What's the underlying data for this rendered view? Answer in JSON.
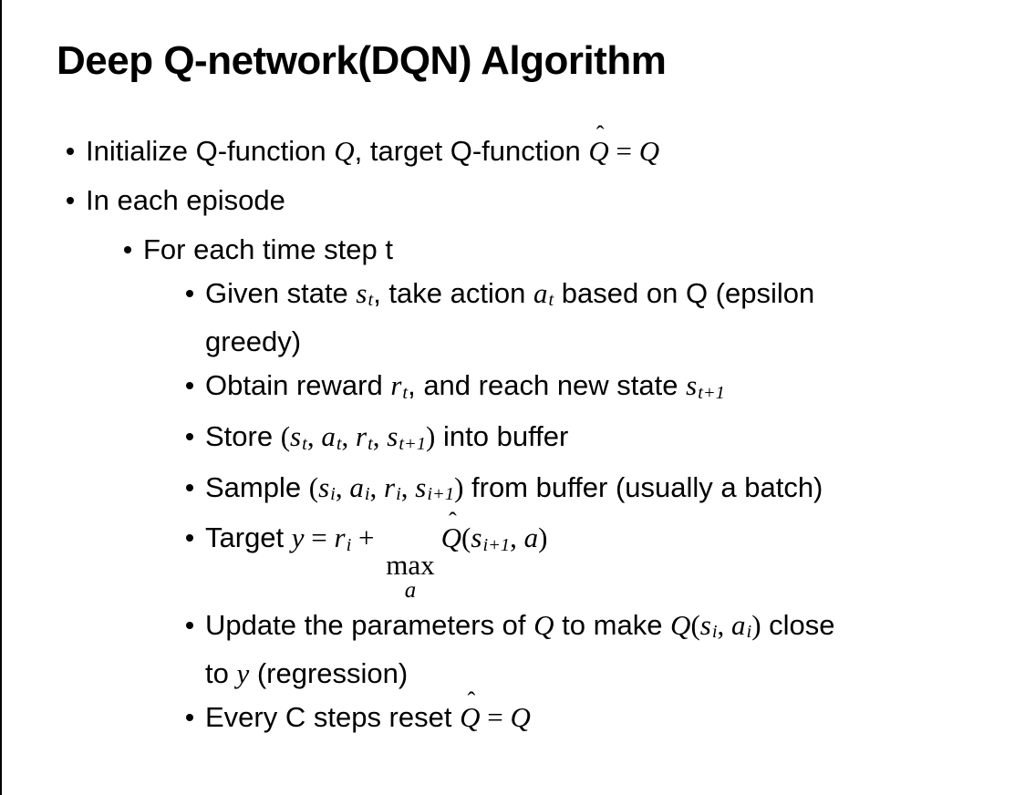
{
  "colors": {
    "background": "#ffffff",
    "text": "#000000",
    "border": "#000000"
  },
  "slide": {
    "title": "Deep Q-network(DQN) Algorithm",
    "bullets": [
      {
        "level": 1,
        "segments": [
          {
            "t": "x",
            "v": "Initialize Q-function "
          },
          {
            "t": "m",
            "v": "Q"
          },
          {
            "t": "x",
            "v": ", target Q-function "
          },
          {
            "t": "mh",
            "v": "Q",
            "hat": "ˆ"
          },
          {
            "t": "mo",
            "v": " = "
          },
          {
            "t": "m",
            "v": "Q"
          }
        ]
      },
      {
        "level": 1,
        "segments": [
          {
            "t": "x",
            "v": "In each episode"
          }
        ]
      },
      {
        "level": 2,
        "segments": [
          {
            "t": "x",
            "v": "For each time step t"
          }
        ]
      },
      {
        "level": 3,
        "segments": [
          {
            "t": "x",
            "v": "Given state "
          },
          {
            "t": "ms",
            "v": "s",
            "sub": "t"
          },
          {
            "t": "x",
            "v": ", take action "
          },
          {
            "t": "ms",
            "v": "a",
            "sub": "t"
          },
          {
            "t": "x",
            "v": " based on Q (epsilon"
          },
          {
            "t": "br"
          },
          {
            "t": "x",
            "v": "greedy)"
          }
        ]
      },
      {
        "level": 3,
        "segments": [
          {
            "t": "x",
            "v": "Obtain reward "
          },
          {
            "t": "ms",
            "v": "r",
            "sub": "t"
          },
          {
            "t": "x",
            "v": ", and reach new state "
          },
          {
            "t": "ms",
            "v": "s",
            "sub": "t+1"
          }
        ]
      },
      {
        "level": 3,
        "segments": [
          {
            "t": "x",
            "v": "Store "
          },
          {
            "t": "mo",
            "v": "("
          },
          {
            "t": "ms",
            "v": "s",
            "sub": "t"
          },
          {
            "t": "mo",
            "v": ", "
          },
          {
            "t": "ms",
            "v": "a",
            "sub": "t"
          },
          {
            "t": "mo",
            "v": ", "
          },
          {
            "t": "ms",
            "v": "r",
            "sub": "t"
          },
          {
            "t": "mo",
            "v": ", "
          },
          {
            "t": "ms",
            "v": "s",
            "sub": "t+1"
          },
          {
            "t": "mo",
            "v": ")"
          },
          {
            "t": "x",
            "v": " into buffer"
          }
        ]
      },
      {
        "level": 3,
        "segments": [
          {
            "t": "x",
            "v": "Sample "
          },
          {
            "t": "mo",
            "v": "("
          },
          {
            "t": "ms",
            "v": "s",
            "sub": "i"
          },
          {
            "t": "mo",
            "v": ", "
          },
          {
            "t": "ms",
            "v": "a",
            "sub": "i"
          },
          {
            "t": "mo",
            "v": ", "
          },
          {
            "t": "ms",
            "v": "r",
            "sub": "i"
          },
          {
            "t": "mo",
            "v": ", "
          },
          {
            "t": "ms",
            "v": "s",
            "sub": "i+1"
          },
          {
            "t": "mo",
            "v": ")"
          },
          {
            "t": "x",
            "v": " from buffer (usually a batch)"
          }
        ]
      },
      {
        "level": 3,
        "segments": [
          {
            "t": "x",
            "v": "Target "
          },
          {
            "t": "m",
            "v": "y"
          },
          {
            "t": "mo",
            "v": " = "
          },
          {
            "t": "ms",
            "v": "r",
            "sub": "i"
          },
          {
            "t": "mo",
            "v": " + "
          },
          {
            "t": "maxu",
            "v": "max",
            "under": "a"
          },
          {
            "t": "mh",
            "v": "Q",
            "hat": "ˆ"
          },
          {
            "t": "mo",
            "v": "("
          },
          {
            "t": "ms",
            "v": "s",
            "sub": "i+1"
          },
          {
            "t": "mo",
            "v": ", "
          },
          {
            "t": "m",
            "v": "a"
          },
          {
            "t": "mo",
            "v": ")"
          }
        ]
      },
      {
        "level": 3,
        "segments": [
          {
            "t": "x",
            "v": "Update the parameters of "
          },
          {
            "t": "m",
            "v": "Q"
          },
          {
            "t": "x",
            "v": " to make "
          },
          {
            "t": "m",
            "v": "Q"
          },
          {
            "t": "mo",
            "v": "("
          },
          {
            "t": "ms",
            "v": "s",
            "sub": "i"
          },
          {
            "t": "mo",
            "v": ", "
          },
          {
            "t": "ms",
            "v": "a",
            "sub": "i"
          },
          {
            "t": "mo",
            "v": ")"
          },
          {
            "t": "x",
            "v": " close"
          },
          {
            "t": "br"
          },
          {
            "t": "x",
            "v": "to "
          },
          {
            "t": "m",
            "v": "y"
          },
          {
            "t": "x",
            "v": " (regression)"
          }
        ]
      },
      {
        "level": 3,
        "segments": [
          {
            "t": "x",
            "v": "Every C steps reset "
          },
          {
            "t": "mh",
            "v": "Q",
            "hat": "ˆ"
          },
          {
            "t": "mo",
            "v": " = "
          },
          {
            "t": "m",
            "v": "Q"
          }
        ]
      }
    ]
  }
}
